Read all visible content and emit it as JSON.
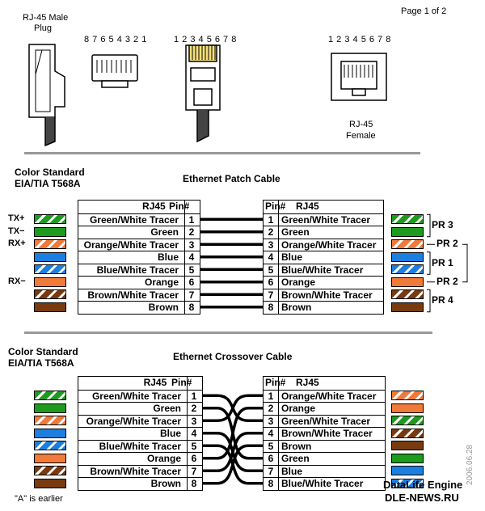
{
  "page_label": "Page 1 of 2",
  "plug": {
    "male_label_line1": "RJ-45 Male",
    "male_label_line2": "Plug",
    "pins_desc": "8 7 6 5 4 3 2 1",
    "pins_asc": "1 2 3 4 5 6 7 8",
    "pins_female": "1 2 3 4 5 6 7 8",
    "female_label_line1": "RJ-45",
    "female_label_line2": "Female"
  },
  "colors": {
    "green": "#1e9a1e",
    "orange": "#f07a3a",
    "blue": "#1c7fe0",
    "brown": "#7a3a10",
    "separator": "#999999"
  },
  "patch": {
    "standard_line1": "Color  Standard",
    "standard_line2": "EIA/TIA T568A",
    "title": "Ethernet Patch Cable",
    "left_header_name": "RJ45",
    "left_header_pin": "Pin#",
    "right_header_pin": "Pin#",
    "right_header_name": "RJ45",
    "left_rows": [
      {
        "name": "Green/White Tracer",
        "pin": "1",
        "color": "green",
        "striped": true
      },
      {
        "name": "Green",
        "pin": "2",
        "color": "green",
        "striped": false
      },
      {
        "name": "Orange/White Tracer",
        "pin": "3",
        "color": "orange",
        "striped": true
      },
      {
        "name": "Blue",
        "pin": "4",
        "color": "blue",
        "striped": false
      },
      {
        "name": "Blue/White Tracer",
        "pin": "5",
        "color": "blue",
        "striped": true
      },
      {
        "name": "Orange",
        "pin": "6",
        "color": "orange",
        "striped": false
      },
      {
        "name": "Brown/White Tracer",
        "pin": "7",
        "color": "brown",
        "striped": true
      },
      {
        "name": "Brown",
        "pin": "8",
        "color": "brown",
        "striped": false
      }
    ],
    "right_rows": [
      {
        "name": "Green/White Tracer",
        "pin": "1",
        "color": "green",
        "striped": true
      },
      {
        "name": "Green",
        "pin": "2",
        "color": "green",
        "striped": false
      },
      {
        "name": "Orange/White Tracer",
        "pin": "3",
        "color": "orange",
        "striped": true
      },
      {
        "name": "Blue",
        "pin": "4",
        "color": "blue",
        "striped": false
      },
      {
        "name": "Blue/White Tracer",
        "pin": "5",
        "color": "blue",
        "striped": true
      },
      {
        "name": "Orange",
        "pin": "6",
        "color": "orange",
        "striped": false
      },
      {
        "name": "Brown/White Tracer",
        "pin": "7",
        "color": "brown",
        "striped": true
      },
      {
        "name": "Brown",
        "pin": "8",
        "color": "brown",
        "striped": false
      }
    ],
    "wiring": [
      1,
      2,
      3,
      4,
      5,
      6,
      7,
      8
    ],
    "signals": [
      "TX+",
      "TX−",
      "RX+",
      "RX−"
    ],
    "pairs": [
      "PR 3",
      "PR 2",
      "PR 1",
      "PR 2",
      "PR 4"
    ]
  },
  "crossover": {
    "standard_line1": "Color  Standard",
    "standard_line2": "EIA/TIA T568A",
    "title": "Ethernet Crossover Cable",
    "left_header_name": "RJ45",
    "left_header_pin": "Pin#",
    "right_header_pin": "Pin#",
    "right_header_name": "RJ45",
    "left_rows": [
      {
        "name": "Green/White Tracer",
        "pin": "1",
        "color": "green",
        "striped": true
      },
      {
        "name": "Green",
        "pin": "2",
        "color": "green",
        "striped": false
      },
      {
        "name": "Orange/White Tracer",
        "pin": "3",
        "color": "orange",
        "striped": true
      },
      {
        "name": "Blue",
        "pin": "4",
        "color": "blue",
        "striped": false
      },
      {
        "name": "Blue/White Tracer",
        "pin": "5",
        "color": "blue",
        "striped": true
      },
      {
        "name": "Orange",
        "pin": "6",
        "color": "orange",
        "striped": false
      },
      {
        "name": "Brown/White Tracer",
        "pin": "7",
        "color": "brown",
        "striped": true
      },
      {
        "name": "Brown",
        "pin": "8",
        "color": "brown",
        "striped": false
      }
    ],
    "right_rows": [
      {
        "name": "Orange/White Tracer",
        "pin": "1",
        "color": "orange",
        "striped": true
      },
      {
        "name": "Orange",
        "pin": "2",
        "color": "orange",
        "striped": false
      },
      {
        "name": "Green/White Tracer",
        "pin": "3",
        "color": "green",
        "striped": true
      },
      {
        "name": "Brown/White Tracer",
        "pin": "4",
        "color": "brown",
        "striped": true
      },
      {
        "name": "Brown",
        "pin": "5",
        "color": "brown",
        "striped": false
      },
      {
        "name": "Green",
        "pin": "6",
        "color": "green",
        "striped": false
      },
      {
        "name": "Blue",
        "pin": "7",
        "color": "blue",
        "striped": false
      },
      {
        "name": "Blue/White Tracer",
        "pin": "8",
        "color": "blue",
        "striped": true
      }
    ],
    "wiring": [
      3,
      6,
      1,
      7,
      8,
      2,
      4,
      5
    ],
    "note": "\"A\" is earlier"
  },
  "watermark": {
    "engine": "DataLife Engine",
    "site": "DLE-NEWS.RU",
    "date": "2006.06.28"
  }
}
